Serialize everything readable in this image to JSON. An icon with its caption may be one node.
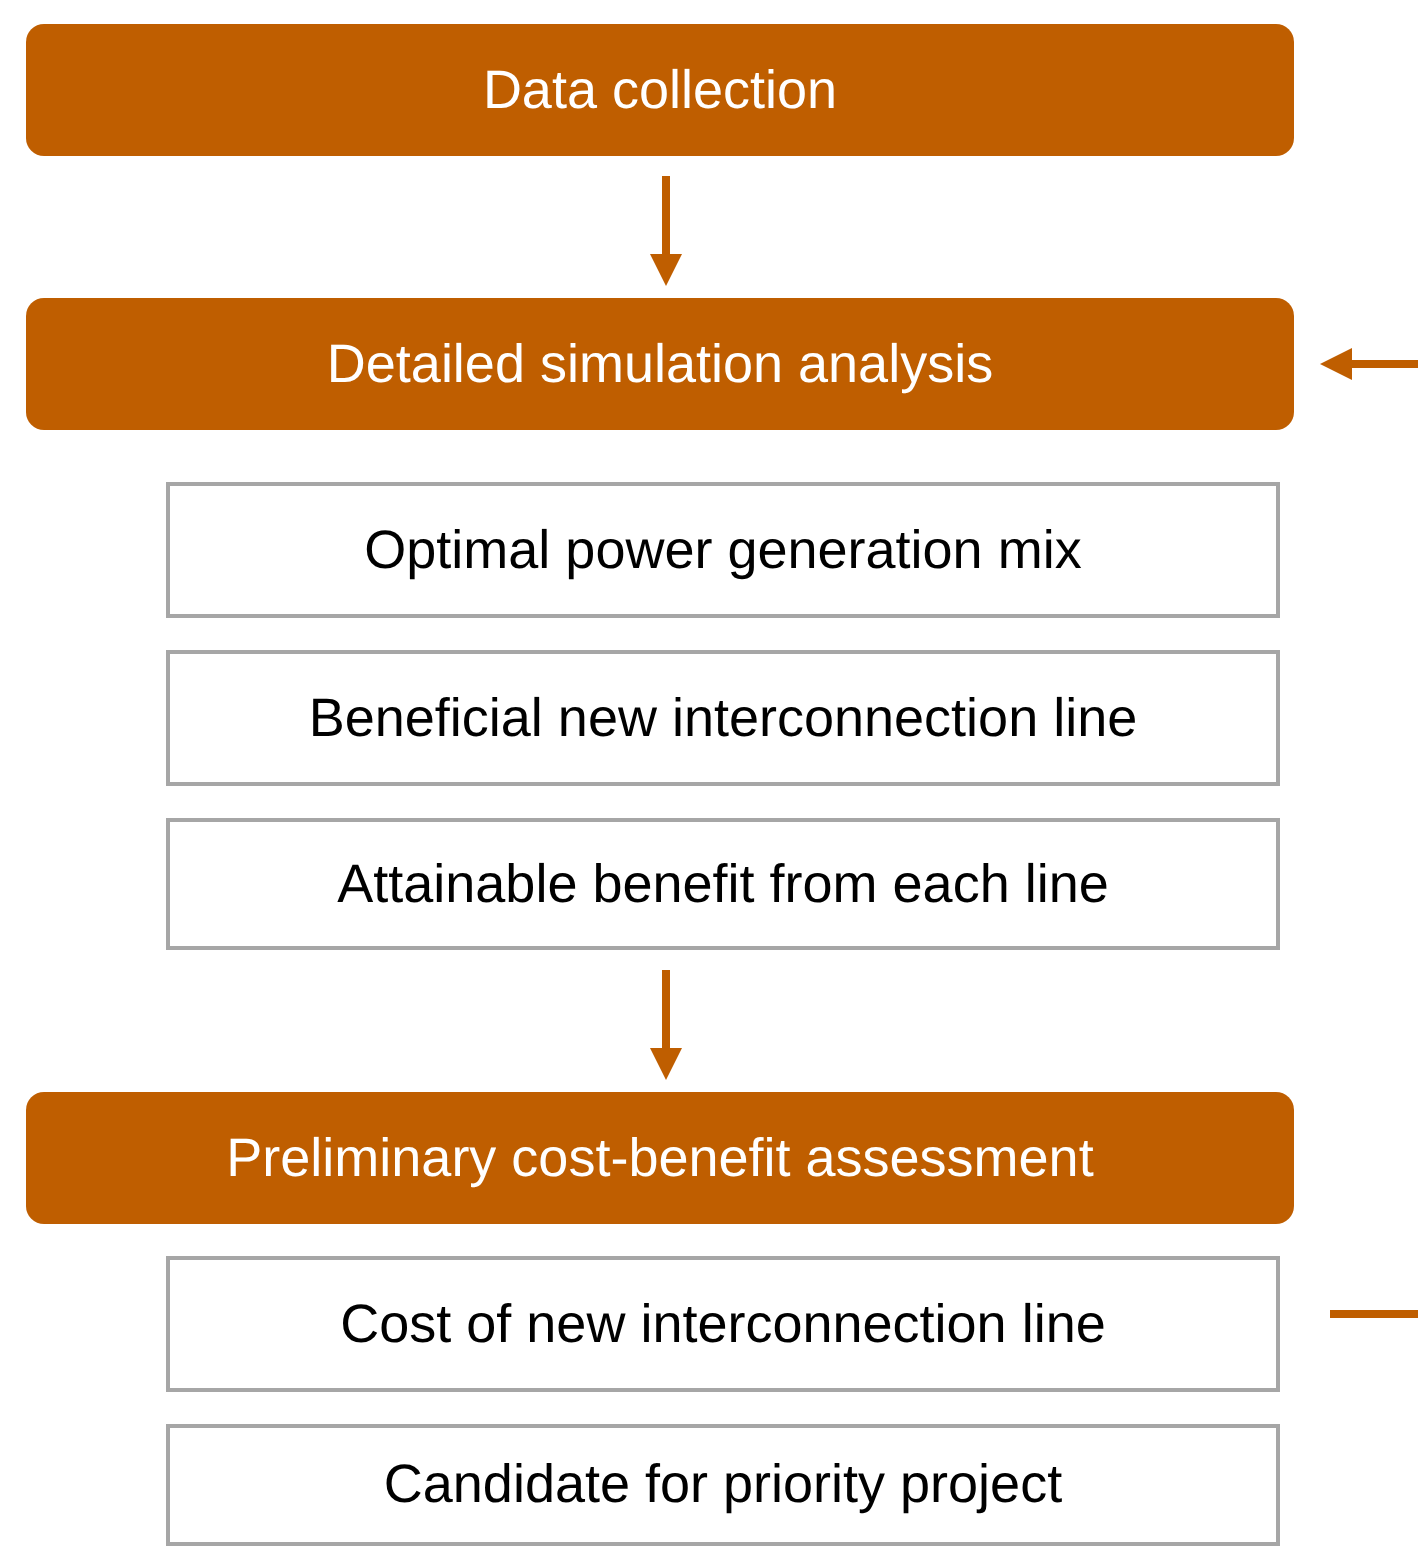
{
  "diagram": {
    "nodes": [
      {
        "text": [
          "Data collection"
        ]
      },
      {
        "text": [
          "Detailed simulation analysis"
        ]
      },
      {
        "text": [
          "Optimal power generation mix"
        ]
      },
      {
        "text": [
          "Beneficial new interconnection line"
        ]
      },
      {
        "text": [
          "Attainable benefit from each line"
        ]
      },
      {
        "text": [
          "Preliminary cost-benefit assessment"
        ]
      },
      {
        "text": [
          "Cost of new interconnection line"
        ]
      },
      {
        "text": [
          "Candidate for priority project"
        ]
      }
    ],
    "edges": [
      {
        "from": 0,
        "to": 1,
        "arrow": "to"
      },
      {
        "from": 4,
        "to": 5,
        "arrow": "to"
      },
      {
        "from": null,
        "to": 1,
        "arrow": "to"
      }
    ]
  }
}
